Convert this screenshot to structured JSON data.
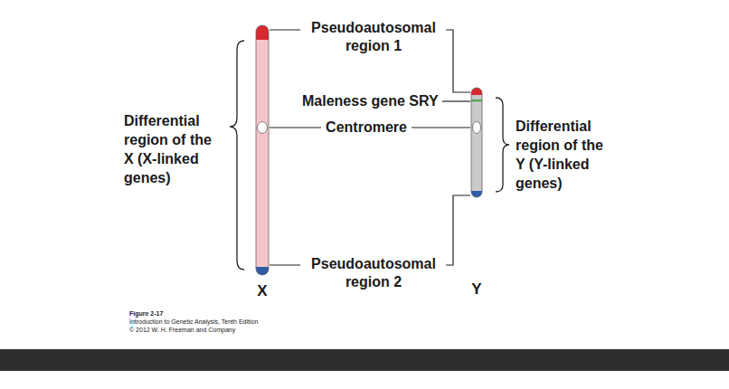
{
  "diagram": {
    "nodes": [
      {
        "text": [
          "X"
        ]
      },
      {
        "text": [
          "Y"
        ]
      }
    ],
    "labels": [
      "Pseudoautosomal region 1",
      "Maleness gene SRY",
      "Centromere",
      "Differential region of the X (X-linked genes)",
      "Differential region of the Y (Y-linked genes)",
      "Pseudoautosomal region 2",
      "Figure 2-17",
      "Introduction to Genetic Analysis, Tenth Edition",
      "© 2012 W. H. Freeman and Company"
    ]
  }
}
